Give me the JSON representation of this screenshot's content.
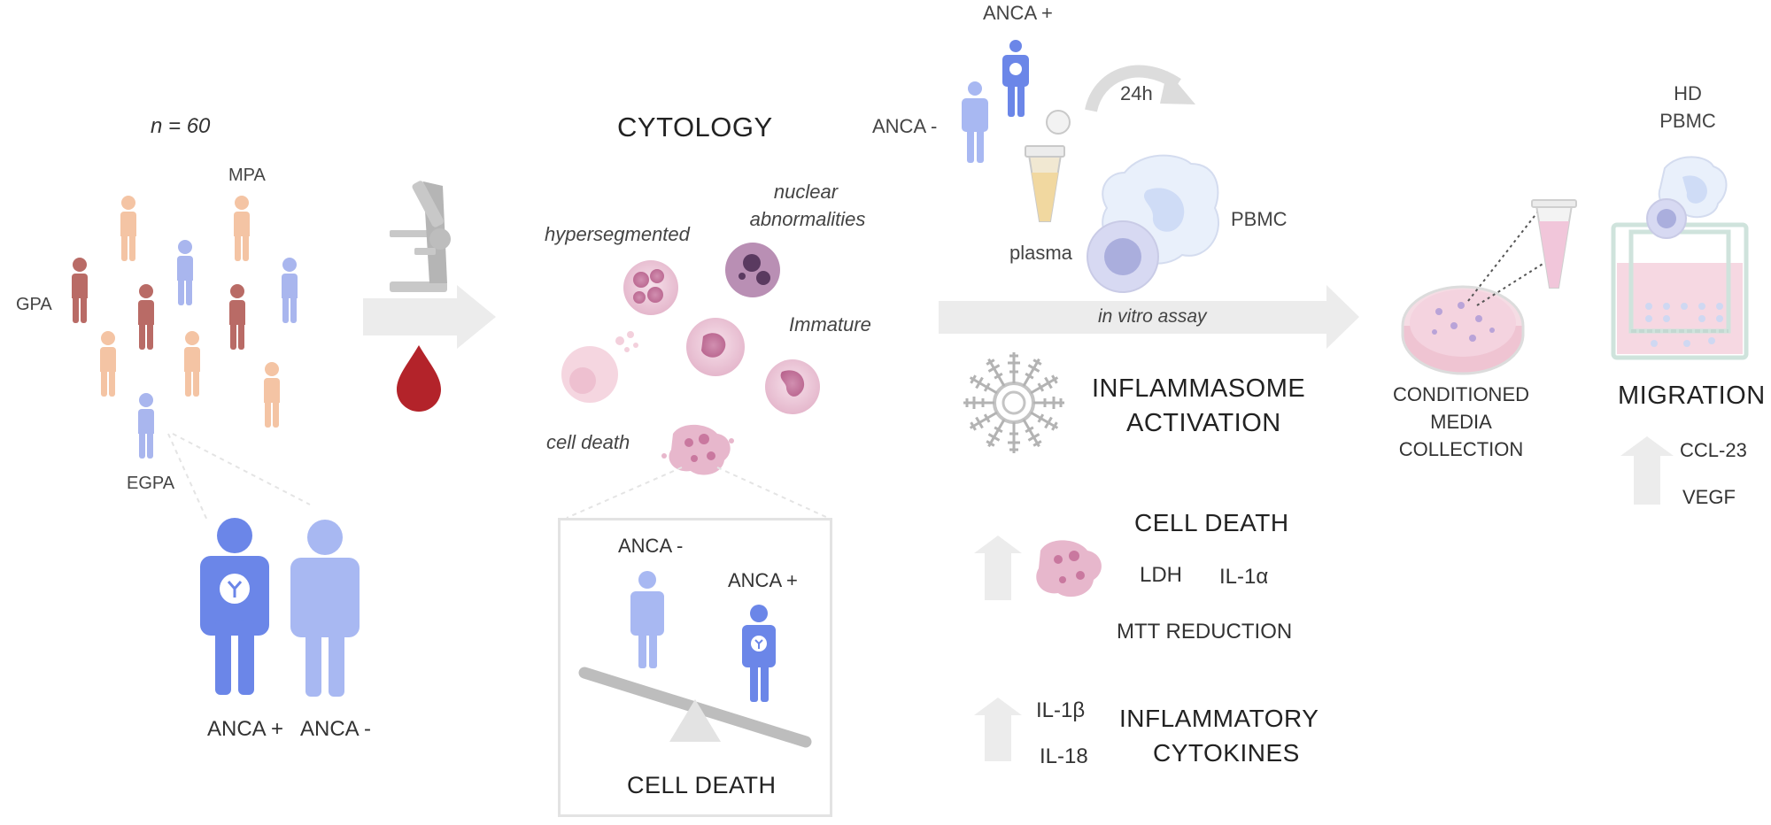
{
  "cohort": {
    "n": "n = 60",
    "mpa": "MPA",
    "gpa": "GPA",
    "egpa": "EGPA",
    "anca_pos": "ANCA +",
    "anca_neg": "ANCA -"
  },
  "cytology": {
    "title": "CYTOLOGY",
    "hypersegmented": "hypersegmented",
    "nuclear_line1": "nuclear",
    "nuclear_line2": "abnormalities",
    "immature": "Immature",
    "cell_death": "cell death"
  },
  "balance": {
    "anca_neg": "ANCA -",
    "anca_pos": "ANCA +",
    "title": "CELL DEATH"
  },
  "assay": {
    "anca_pos": "ANCA +",
    "anca_neg": "ANCA -",
    "time": "24h",
    "plasma": "plasma",
    "pbmc": "PBMC",
    "in_vitro": "in vitro assay"
  },
  "results": {
    "inflammasome_line1": "INFLAMMASOME",
    "inflammasome_line2": "ACTIVATION",
    "cell_death": "CELL DEATH",
    "ldh": "LDH",
    "il1a": "IL-1α",
    "mtt": "MTT REDUCTION",
    "il1b": "IL-1β",
    "il18": "IL-18",
    "cytokines_line1": "INFLAMMATORY",
    "cytokines_line2": "CYTOKINES"
  },
  "conditioned": {
    "line1": "CONDITIONED",
    "line2": "MEDIA",
    "line3": "COLLECTION"
  },
  "migration": {
    "hd": "HD",
    "pbmc": "PBMC",
    "title": "MIGRATION",
    "ccl23": "CCL-23",
    "vegf": "VEGF"
  },
  "colors": {
    "gpa": "#b96b66",
    "mpa": "#f4c4a4",
    "egpa": "#a9b6ee",
    "anca_pos": "#6b86e8",
    "anca_neg": "#a8b8f2",
    "arrow": "#ececec",
    "cell_pink": "#e6b7cc",
    "nucleus": "#c9789f",
    "blood": "#b3232a"
  }
}
